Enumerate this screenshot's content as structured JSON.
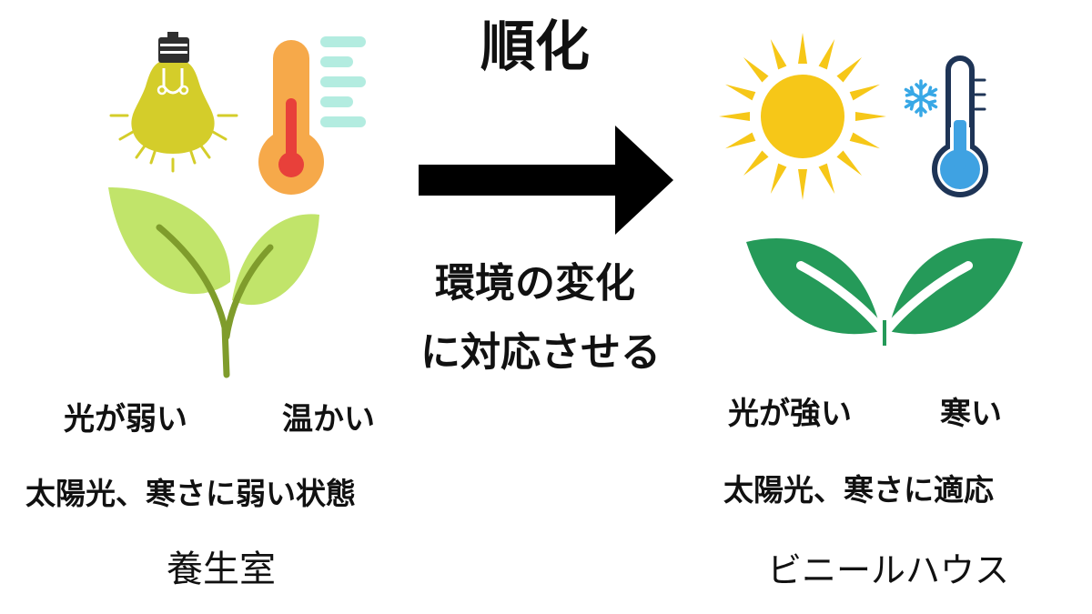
{
  "center": {
    "title": "順化",
    "subtitle_line1": "環境の変化",
    "subtitle_line2": "に対応させる"
  },
  "left": {
    "label_light": "光が弱い",
    "label_temp": "温かい",
    "description": "太陽光、寒さに弱い状態",
    "location": "養生室"
  },
  "right": {
    "label_light": "光が強い",
    "label_temp": "寒い",
    "description": "太陽光、寒さに適応",
    "location": "ビニールハウス"
  },
  "icons": {
    "left": [
      "light-bulb-icon",
      "warm-thermometer-icon",
      "seedling-icon"
    ],
    "right": [
      "sun-icon",
      "snowflake-icon",
      "cold-thermometer-icon",
      "leaves-icon"
    ],
    "center": [
      "arrow-right-icon"
    ]
  },
  "colors": {
    "bulb": "#d4cd2a",
    "bulb_cap": "#2f2f2f",
    "warm_thermo_outer": "#f6a94a",
    "warm_thermo_inner": "#e8403a",
    "mint_bars": "#b3ece0",
    "seedling_leaf": "#c1e46a",
    "seedling_stem": "#7f9c2c",
    "sun": "#f6c718",
    "snowflake": "#38a8e6",
    "cold_thermo_inner": "#3fa2e2",
    "cold_thermo_outline": "#1e3456",
    "green_leaf": "#259a59",
    "arrow": "#000000"
  }
}
